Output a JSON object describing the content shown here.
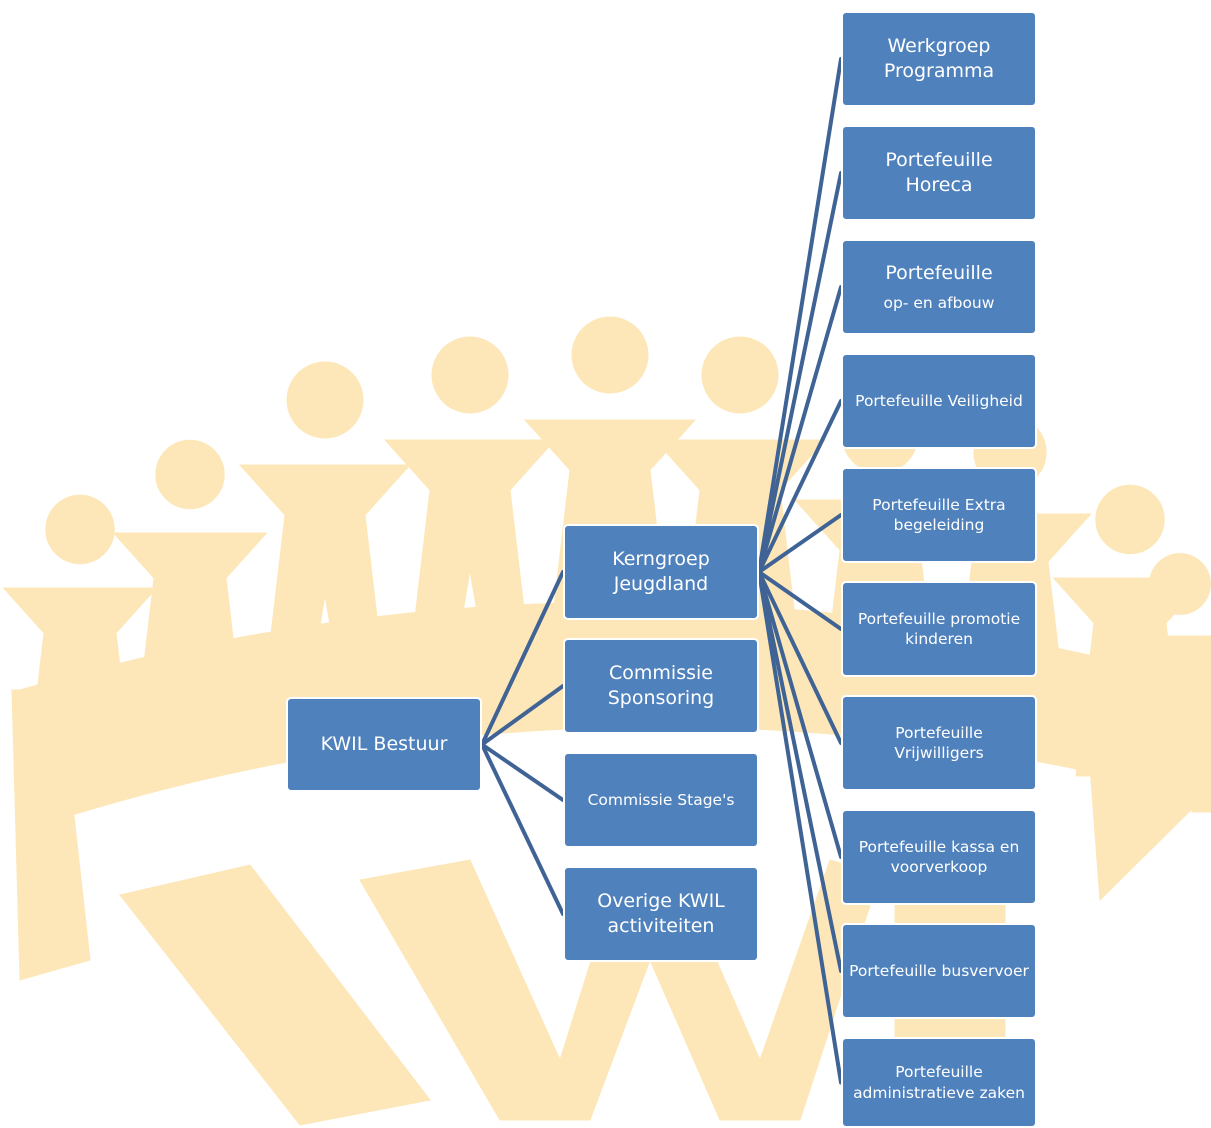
{
  "colors": {
    "node_fill": "#4f81bd",
    "node_border": "#ffffff",
    "node_text": "#ffffff",
    "connector": "#3f6395",
    "watermark": "#fde7b8"
  },
  "root": {
    "label": "KWIL Bestuur"
  },
  "level1": [
    {
      "label": "Kerngroep Jeugdland"
    },
    {
      "label": "Commissie Sponsoring"
    },
    {
      "label": "Commissie Stage's"
    },
    {
      "label": "Overige KWIL activiteiten"
    }
  ],
  "portfolios": [
    {
      "label": "Werkgroep Programma"
    },
    {
      "label": "Portefeuille Horeca"
    },
    {
      "label_line1": "Portefeuille",
      "label_line2": "op- en afbouw"
    },
    {
      "label": "Portefeuille Veiligheid"
    },
    {
      "label": "Portefeuille Extra begeleiding"
    },
    {
      "label": "Portefeuille promotie kinderen"
    },
    {
      "label": "Portefeuille Vrijwilligers"
    },
    {
      "label": "Portefeuille kassa en voorverkoop"
    },
    {
      "label": "Portefeuille busvervoer"
    },
    {
      "label": "Portefeuille administratieve zaken"
    }
  ]
}
